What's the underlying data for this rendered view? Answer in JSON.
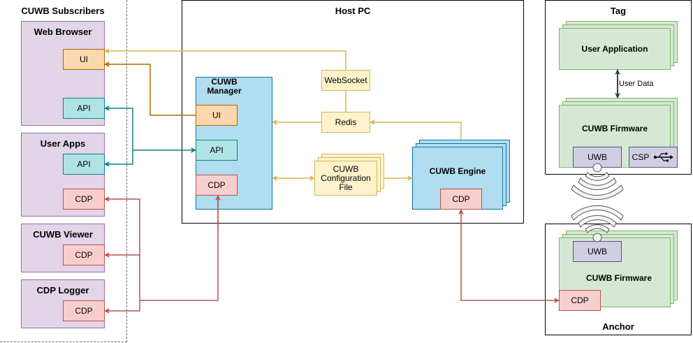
{
  "subscribers": {
    "title": "CUWB Subscribers",
    "web_browser": {
      "title": "Web Browser",
      "ui": "UI",
      "api": "API"
    },
    "user_apps": {
      "title": "User Apps",
      "api": "API",
      "cdp": "CDP"
    },
    "cuwb_viewer": {
      "title": "CUWB Viewer",
      "cdp": "CDP"
    },
    "cdp_logger": {
      "title": "CDP Logger",
      "cdp": "CDP"
    }
  },
  "host_pc": {
    "title": "Host PC",
    "manager": {
      "title": "CUWB Manager",
      "ui": "UI",
      "api": "API",
      "cdp": "CDP"
    },
    "websocket": "WebSocket",
    "redis": "Redis",
    "config_file": "CUWB Configuration File",
    "engine": {
      "title": "CUWB Engine",
      "cdp": "CDP"
    }
  },
  "tag": {
    "title": "Tag",
    "user_application": "User Application",
    "user_data": "User Data",
    "firmware": "CUWB Firmware",
    "uwb": "UWB",
    "csp": "CSP"
  },
  "anchor": {
    "title": "Anchor",
    "firmware": "CUWB Firmware",
    "uwb": "UWB",
    "cdp": "CDP"
  },
  "colors": {
    "yellow_line": "#d6b656",
    "orange_line": "#b46504",
    "teal_line": "#0e8088",
    "red_line": "#b85450",
    "navy_line": "#23445d"
  }
}
